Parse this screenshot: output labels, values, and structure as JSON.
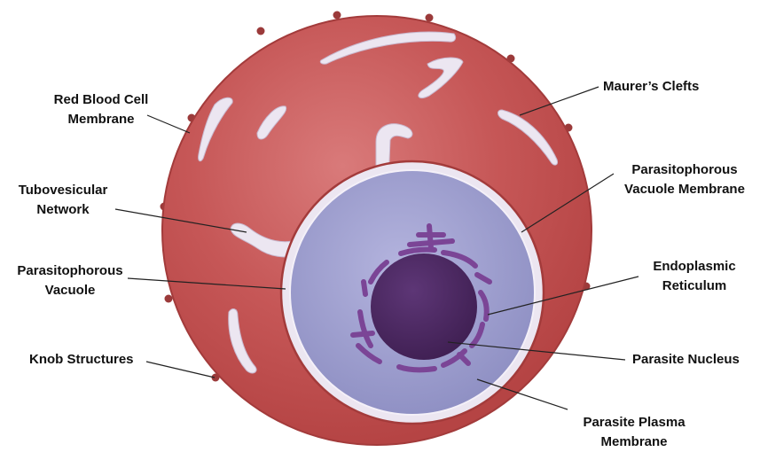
{
  "labels": {
    "rbc_membrane": [
      "Red Blood Cell",
      "Membrane"
    ],
    "maurers_clefts": [
      "Maurer’s Clefts"
    ],
    "tubovesicular_network": [
      "Tubovesicular",
      "Network"
    ],
    "pv_membrane": [
      "Parasitophorous",
      "Vacuole Membrane"
    ],
    "parasitophorous_vacuole": [
      "Parasitophorous",
      "Vacuole"
    ],
    "endoplasmic_reticulum": [
      "Endoplasmic",
      "Reticulum"
    ],
    "knob_structures": [
      "Knob Structures"
    ],
    "parasite_nucleus": [
      "Parasite Nucleus"
    ],
    "parasite_plasma_membrane": [
      "Parasite Plasma",
      "Membrane"
    ]
  },
  "colors": {
    "rbc_fill": "#c65353",
    "rbc_edge": "#9e3434",
    "knob": "#9b3a3a",
    "cleft": "#ece6f1",
    "vacuole": "#9b9ccc",
    "nucleus": "#4e2b63",
    "er": "#7b4596",
    "leader": "#222222"
  }
}
